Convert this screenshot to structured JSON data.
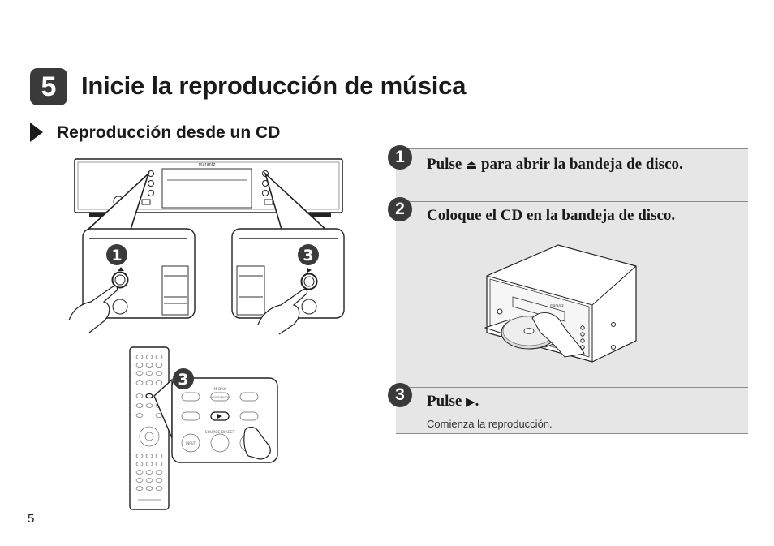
{
  "header": {
    "step_number": "5",
    "title": "Inicie la reproducción de música"
  },
  "section": {
    "title": "Reproducción desde un CD"
  },
  "illustration": {
    "brand": "marantz",
    "callout_left": "1",
    "callout_right": "3",
    "callout_remote": "3",
    "remote_labels": {
      "m_dax": "M-DAX",
      "sound_mode": "SOUND MODE",
      "source_direct": "SOURCE DIRECT",
      "input": "INPUT"
    }
  },
  "steps": [
    {
      "number": "1",
      "text_before": "Pulse ",
      "glyph": "⏏",
      "text_after": " para abrir la bandeja de disco."
    },
    {
      "number": "2",
      "text": "Coloque el CD en la bandeja de disco."
    },
    {
      "number": "3",
      "text_before": "Pulse ",
      "glyph": "▶",
      "text_after": ".",
      "note": "Comienza la reproducción."
    }
  ],
  "page_number": "5"
}
